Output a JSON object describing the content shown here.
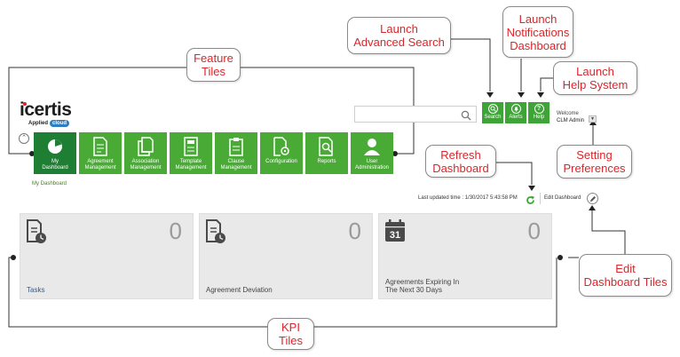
{
  "callouts": {
    "feature_tiles": [
      "Feature",
      "Tiles"
    ],
    "advanced_search": [
      "Launch",
      "Advanced Search"
    ],
    "notifications": [
      "Launch",
      "Notifications",
      "Dashboard"
    ],
    "help_system": [
      "Launch",
      "Help System"
    ],
    "setting_preferences": [
      "Setting",
      "Preferences"
    ],
    "refresh_dashboard": [
      "Refresh",
      "Dashboard"
    ],
    "edit_dashboard_tiles": [
      "Edit",
      "Dashboard Tiles"
    ],
    "kpi_tiles": [
      "KPI",
      "Tiles"
    ]
  },
  "logo": {
    "word": "icertis",
    "sub": "Applied",
    "cloud": "cloud"
  },
  "feature_tiles": [
    {
      "label": "My\nDashboard",
      "icon": "pie-chart-icon",
      "active": true
    },
    {
      "label": "Agreement\nManagement",
      "icon": "document-edit-icon"
    },
    {
      "label": "Association\nManagement",
      "icon": "documents-icon"
    },
    {
      "label": "Template\nManagement",
      "icon": "template-icon"
    },
    {
      "label": "Clause\nManagement",
      "icon": "clipboard-icon"
    },
    {
      "label": "Configuration",
      "icon": "gear-document-icon"
    },
    {
      "label": "Reports",
      "icon": "report-search-icon"
    },
    {
      "label": "User\nAdministration",
      "icon": "user-icon"
    }
  ],
  "breadcrumb": "My Dashboard",
  "search": {
    "placeholder": "",
    "icon": "search-icon"
  },
  "header_buttons": [
    {
      "label": "Search",
      "icon": "search-icon"
    },
    {
      "label": "Alerts",
      "icon": "bell-icon"
    },
    {
      "label": "Help",
      "icon": "question-icon"
    }
  ],
  "welcome": {
    "greeting": "Welcome",
    "user": "CLM Admin"
  },
  "dashboard_bar": {
    "last_updated": "Last updated time : 1/30/2017 5:43:58 PM",
    "edit_label": "Edit Dashboard"
  },
  "kpi_tiles": [
    {
      "label": "Tasks",
      "count": "0",
      "icon": "document-clock-icon"
    },
    {
      "label": "Agreement Deviation",
      "count": "0",
      "icon": "document-clock-icon"
    },
    {
      "label": "Agreements Expiring In\nThe Next 30 Days",
      "count": "0",
      "icon": "calendar-icon",
      "calendar_day": "31"
    }
  ],
  "colors": {
    "tile_green": "#4aaa36",
    "tile_active": "#1e7e34",
    "callout_text": "#d9262a",
    "kpi_bg": "#e9e9e9"
  }
}
